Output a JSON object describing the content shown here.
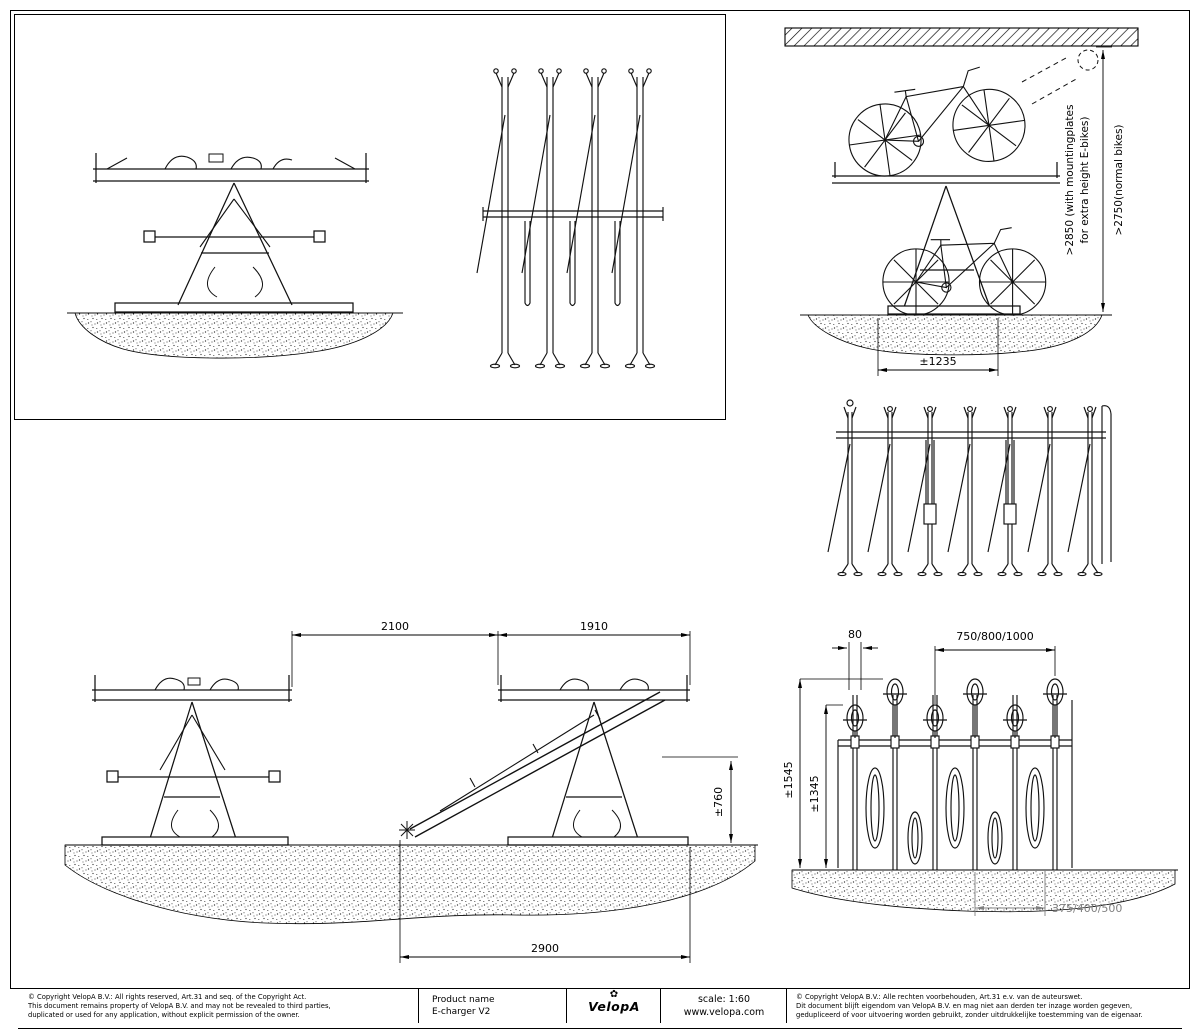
{
  "colors": {
    "line": "#000000",
    "dim_gray": "#808080",
    "paper": "#ffffff"
  },
  "dims": {
    "e_bike_clearance_1": ">2850 (with mountingplates",
    "e_bike_clearance_2": "for extra height E-bikes)",
    "normal_clearance": ">2750(normal bikes)",
    "module_width": "±1235",
    "aisle_depth": "2100",
    "unit_depth": "1910",
    "total_depth": "2900",
    "tray_height": "±760",
    "post_gap": "80",
    "bike_spacing": "750/800/1000",
    "height_upper": "±1545",
    "height_lower": "±1345",
    "row_offset": "375/400/500"
  },
  "title_block": {
    "copyright_en_1": "© Copyright VelopA B.V.: All rights reserved, Art.31 and seq. of the Copyright Act.",
    "copyright_en_2": "This document remains property of VelopA B.V. and may not be revealed to third parties,",
    "copyright_en_3": "duplicated or used for any application, without explicit permission of the owner.",
    "product_label": "Product name",
    "product_name": "E-charger V2",
    "brand": "VelopA",
    "scale": "scale: 1:60",
    "website": "www.velopa.com",
    "copyright_nl_1": "© Copyright VelopA B.V.: Alle rechten voorbehouden, Art.31 e.v. van de auteurswet.",
    "copyright_nl_2": "Dit document blijft eigendom van VelopA B.V. en mag niet aan derden ter inzage worden gegeven,",
    "copyright_nl_3": "gedupliceerd of voor uitvoering worden gebruikt, zonder uitdrukkelijke toestemming van de eigenaar."
  }
}
